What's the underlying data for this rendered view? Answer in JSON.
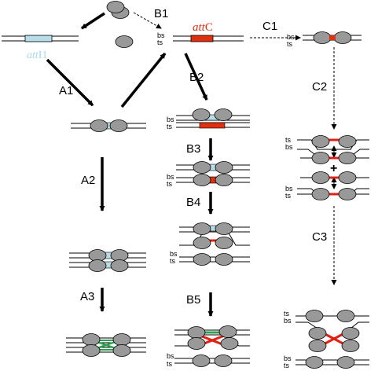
{
  "labels": {
    "A1": "A1",
    "A2": "A2",
    "A3": "A3",
    "B1": "B1",
    "B2": "B2",
    "B3": "B3",
    "B4": "B4",
    "B5": "B5",
    "C1": "C1",
    "C2": "C2",
    "C3": "C3"
  },
  "att_i1": {
    "prefix": "att",
    "suffix": "I1"
  },
  "att_c": {
    "prefix": "att",
    "suffix": "C"
  },
  "strand": {
    "bs": "bs",
    "ts": "ts"
  },
  "plus": "+",
  "colors": {
    "protein": "#999999",
    "att_i1_site": "#b8dce8",
    "att_c_site": "#e03010",
    "crossover_green": "#2ea050",
    "crossover_red": "#e02010",
    "line": "#000000"
  }
}
